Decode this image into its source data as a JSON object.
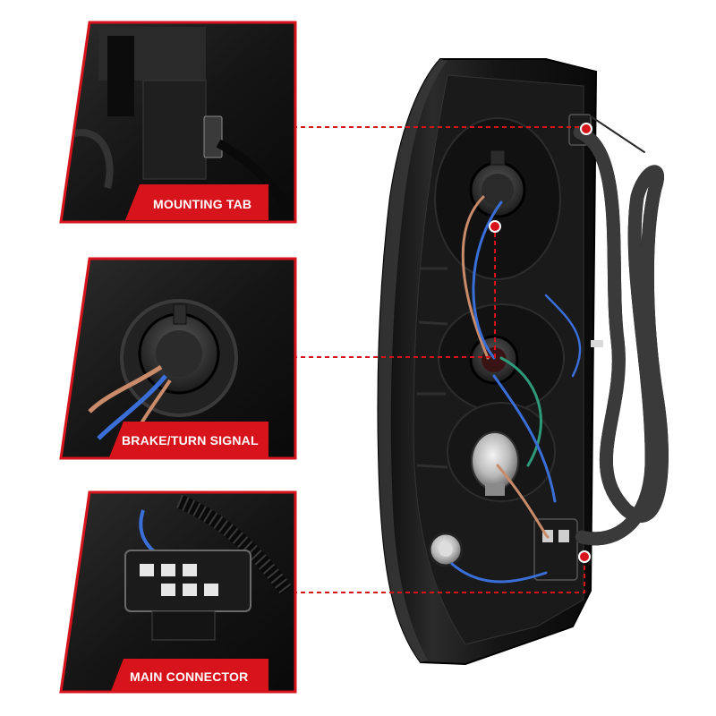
{
  "product": {
    "name": "tail-light-assembly",
    "colors": {
      "accent": "#d7141c",
      "housing": "#141414",
      "lens": "#2a2a2a",
      "wire_blue": "#3a6fd8",
      "wire_tan": "#c98b6a",
      "wire_green": "#2f9a7a"
    }
  },
  "callouts": [
    {
      "label": "MOUNTING TAB",
      "icon": "red-dot-marker"
    },
    {
      "label": "BRAKE/TURN SIGNAL",
      "icon": "red-dot-marker"
    },
    {
      "label": "MAIN CONNECTOR",
      "icon": "red-dot-marker"
    }
  ]
}
